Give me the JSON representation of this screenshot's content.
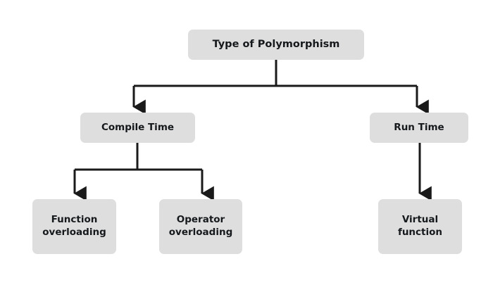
{
  "diagram": {
    "title": "Type of Polymorphism",
    "background_color": "#ffffff",
    "node_fill_color": "#dedede",
    "connector_color": "#1a1a1a",
    "text_color": "#16191c",
    "nodes": {
      "root": {
        "label": "Type of Polymorphism"
      },
      "compile_time": {
        "label": "Compile Time"
      },
      "run_time": {
        "label": "Run Time"
      },
      "function_overloading": {
        "label": "Function\noverloading"
      },
      "operator_overloading": {
        "label": "Operator\noverloading"
      },
      "virtual_function": {
        "label": "Virtual\nfunction"
      }
    }
  }
}
